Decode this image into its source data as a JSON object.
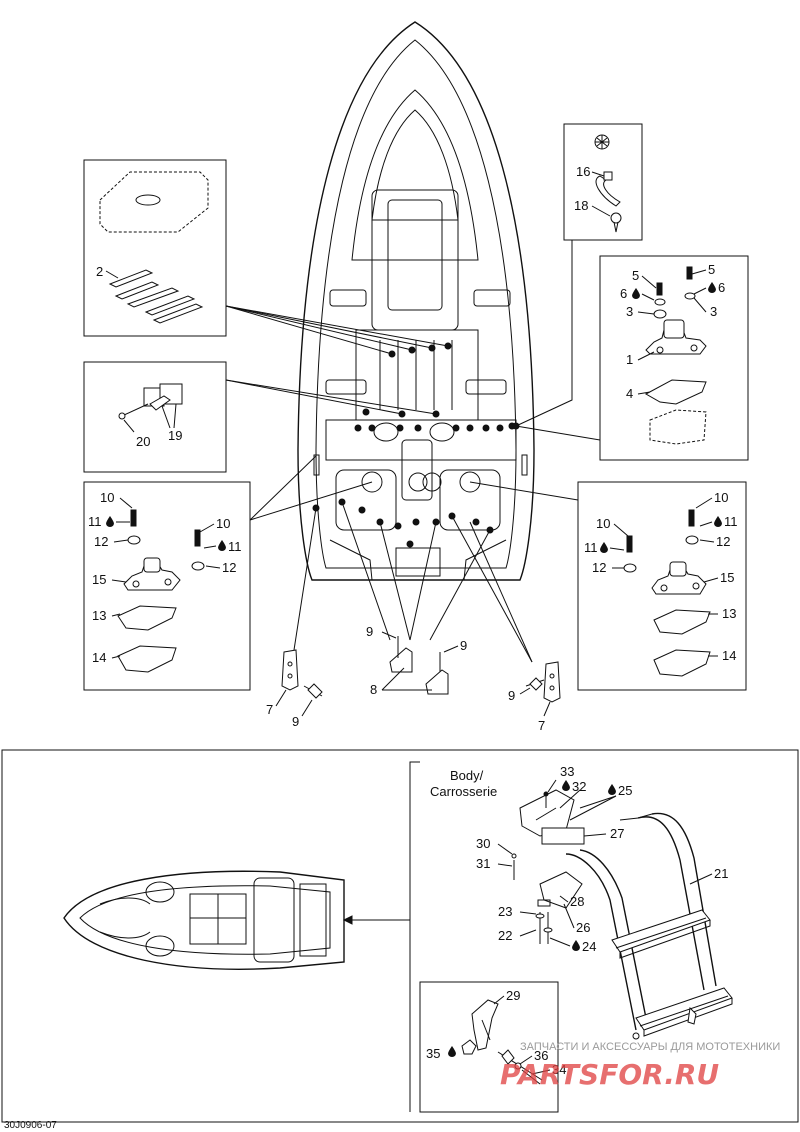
{
  "labels": {
    "n1": "1",
    "n2": "2",
    "n3a": "3",
    "n3b": "3",
    "n4": "4",
    "n5a": "5",
    "n5b": "5",
    "n6a": "6",
    "n6b": "6",
    "n7a": "7",
    "n7b": "7",
    "n8": "8",
    "n9a": "9",
    "n9b": "9",
    "n9c": "9",
    "n9d": "9",
    "n10a": "10",
    "n10b": "10",
    "n10c": "10",
    "n10d": "10",
    "n11a": "11",
    "n11b": "11",
    "n11c": "11",
    "n11d": "11",
    "n12a": "12",
    "n12b": "12",
    "n12c": "12",
    "n12d": "12",
    "n13a": "13",
    "n13b": "13",
    "n14a": "14",
    "n14b": "14",
    "n15a": "15",
    "n15b": "15",
    "n16": "16",
    "n18": "18",
    "n19": "19",
    "n20": "20",
    "n21": "21",
    "n22": "22",
    "n23": "23",
    "n24": "24",
    "n25": "25",
    "n26": "26",
    "n27": "27",
    "n28": "28",
    "n29": "29",
    "n30": "30",
    "n31": "31",
    "n32": "32",
    "n33": "33",
    "n34": "34",
    "n35": "35",
    "n36": "36"
  },
  "body_label_line1": "Body/",
  "body_label_line2": "Carrosserie",
  "reference_code": "30J0906-07",
  "watermark": {
    "text": "ЗАПЧАСТИ И АКСЕССУАРЫ ДЛЯ МОТОТЕХНИКИ",
    "logo": "PARTSFOR.RU"
  },
  "icons": [
    "loctite-drop-icon"
  ]
}
